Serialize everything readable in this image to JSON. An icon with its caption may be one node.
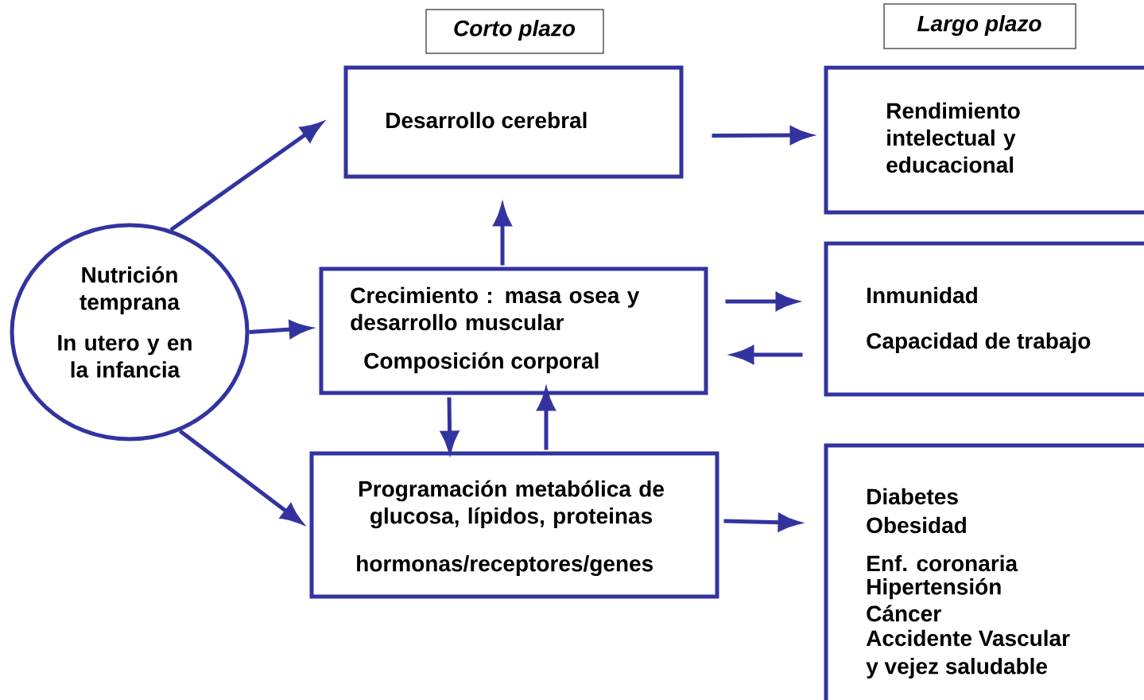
{
  "diagram": {
    "nodes": [
      {
        "text": [
          "Nutrición temprana",
          "In utero y en la infancia"
        ]
      },
      {
        "text": [
          "Corto plazo"
        ]
      },
      {
        "text": [
          "Largo plazo"
        ]
      },
      {
        "text": [
          "Desarrollo cerebral"
        ]
      },
      {
        "text": [
          "Rendimiento intelectual y educacional"
        ]
      },
      {
        "text": [
          "Crecimiento : masa osea y desarrollo muscular",
          "Composición corporal"
        ]
      },
      {
        "text": [
          "Inmunidad",
          "Capacidad de trabajo"
        ]
      },
      {
        "text": [
          "Programación metabólica de glucosa, lípidos, proteinas",
          "hormonas/receptores/genes"
        ]
      },
      {
        "text": [
          "Diabetes",
          "Obesidad",
          "Enf. coronaria",
          "Hipertensión",
          "Cáncer",
          "Accidente Vascular",
          "y vejez saludable"
        ]
      }
    ],
    "edges": [
      {
        "from": 0,
        "to": 3,
        "arrow": "to"
      },
      {
        "from": 0,
        "to": 5,
        "arrow": "to"
      },
      {
        "from": 0,
        "to": 7,
        "arrow": "to"
      },
      {
        "from": 3,
        "to": 4,
        "arrow": "to"
      },
      {
        "from": 5,
        "to": 3,
        "arrow": "to"
      },
      {
        "from": 5,
        "to": 6,
        "arrow": "to"
      },
      {
        "from": 6,
        "to": 5,
        "arrow": "to"
      },
      {
        "from": 5,
        "to": 7,
        "arrow": "to"
      },
      {
        "from": 7,
        "to": 5,
        "arrow": "to"
      },
      {
        "from": 7,
        "to": 8,
        "arrow": "to"
      }
    ]
  }
}
